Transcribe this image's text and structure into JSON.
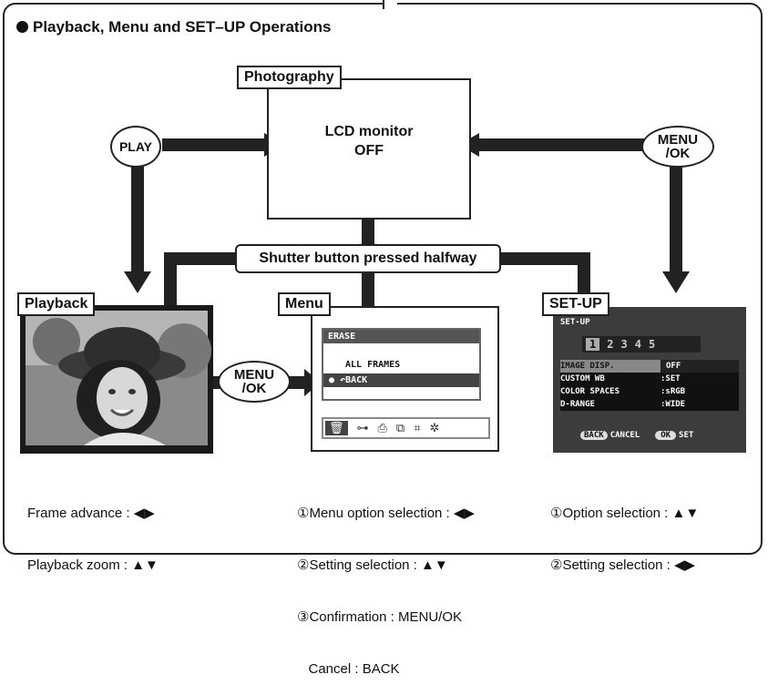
{
  "heading": "Playback, Menu and SET–UP Operations",
  "photography": {
    "label": "Photography",
    "line1": "LCD monitor",
    "line2": "OFF"
  },
  "play_button": "PLAY",
  "menu_ok_button": {
    "line1": "MENU",
    "line2": "/OK"
  },
  "shutter_label": "Shutter button pressed halfway",
  "playback": {
    "label": "Playback",
    "captions": [
      "Frame advance : ◀▶",
      "Playback zoom : ▲▼"
    ]
  },
  "menu": {
    "label": "Menu",
    "screen_title": "ERASE",
    "items": [
      "ALL FRAMES",
      "BACK"
    ],
    "captions": [
      "①Menu option selection : ◀▶",
      "②Setting selection : ▲▼",
      "③Confirmation : MENU/OK",
      "   Cancel : BACK"
    ]
  },
  "setup": {
    "label": "SET-UP",
    "screen_title": "SET-UP",
    "tabs": [
      "1",
      "2",
      "3",
      "4",
      "5"
    ],
    "rows": [
      {
        "name": "IMAGE DISP.",
        "value": "OFF"
      },
      {
        "name": "CUSTOM WB",
        "value": ":SET"
      },
      {
        "name": "COLOR SPACES",
        "value": ":sRGB"
      },
      {
        "name": "D-RANGE",
        "value": ":WIDE"
      }
    ],
    "footer_back": "BACK",
    "footer_cancel": "CANCEL",
    "footer_ok": "OK",
    "footer_set": "SET",
    "captions": [
      "①Option selection : ▲▼",
      "②Setting selection : ◀▶"
    ]
  },
  "colors": {
    "line": "#222222",
    "screen": "#1a1a1a"
  }
}
